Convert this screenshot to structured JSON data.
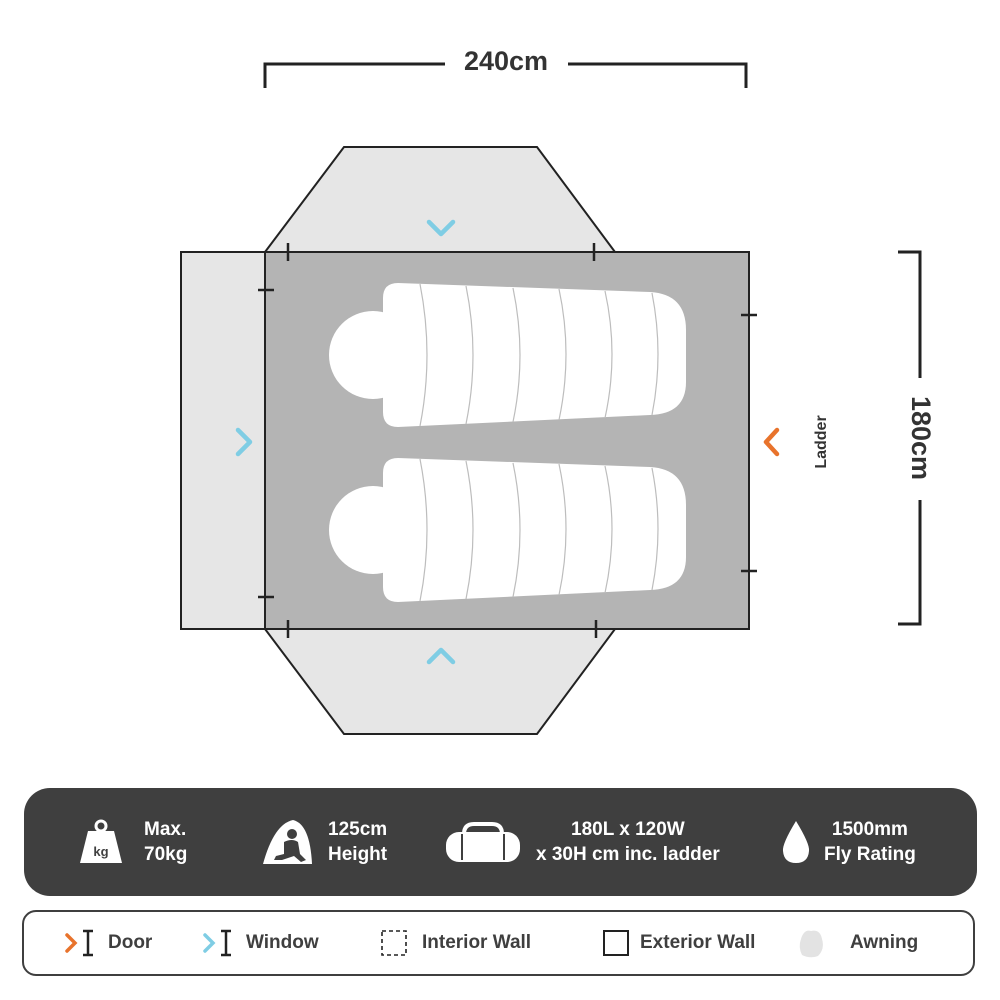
{
  "dimensions": {
    "width": "240cm",
    "depth": "180cm"
  },
  "labels": {
    "ladder": "Ladder"
  },
  "specs": [
    {
      "icon": "weight-kg-icon",
      "line1": "Max.",
      "line2": "70kg",
      "icon_text": "kg"
    },
    {
      "icon": "seated-person-tent-icon",
      "line1": "125cm",
      "line2": "Height"
    },
    {
      "icon": "duffel-bag-icon",
      "line1": "180L x 120W",
      "line2": "x 30H cm inc. ladder"
    },
    {
      "icon": "water-drop-icon",
      "line1": "1500mm",
      "line2": "Fly Rating"
    }
  ],
  "legend": [
    {
      "icon": "door-icon",
      "label": "Door"
    },
    {
      "icon": "window-icon",
      "label": "Window"
    },
    {
      "icon": "interior-wall-icon",
      "label": "Interior Wall"
    },
    {
      "icon": "exterior-wall-icon",
      "label": "Exterior Wall"
    },
    {
      "icon": "awning-icon",
      "label": "Awning"
    }
  ],
  "colors": {
    "dark": "#3f3f3f",
    "awning": "#e6e6e6",
    "interior": "#b4b4b4",
    "window": "#7fcde4",
    "door": "#e8732c",
    "text": "#333333"
  }
}
